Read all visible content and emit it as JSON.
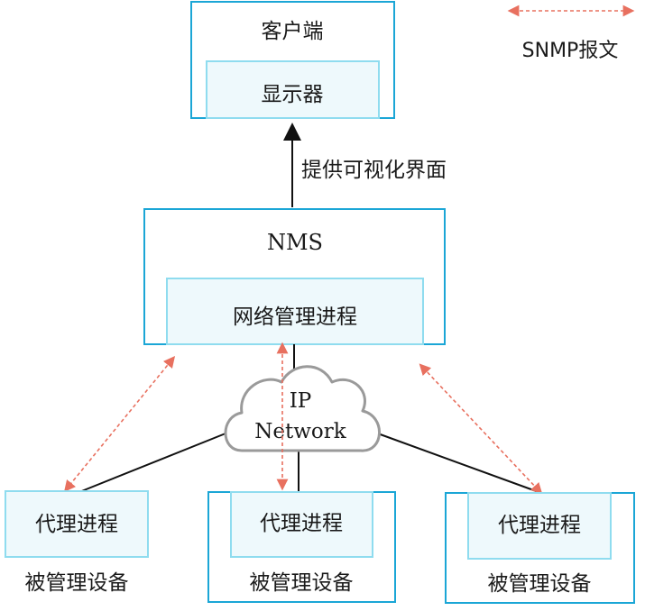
{
  "legend": {
    "label": "SNMP报文",
    "arrow_color": "#e8705f"
  },
  "client": {
    "title": "客户端",
    "display": "显示器"
  },
  "link_label": "提供可视化界面",
  "nms": {
    "title": "NMS",
    "process": "网络管理进程"
  },
  "network": {
    "line1": "IP",
    "line2": "Network"
  },
  "devices": [
    {
      "process": "代理进程",
      "label": "被管理设备"
    },
    {
      "process": "代理进程",
      "label": "被管理设备"
    },
    {
      "process": "代理进程",
      "label": "被管理设备"
    }
  ],
  "colors": {
    "box_border": "#1ba6d6",
    "inner_border": "#8fdcef",
    "inner_fill": "#eef9fc",
    "cloud_stroke": "#9a9a9a",
    "line": "#111111",
    "snmp_arrow": "#e8705f"
  }
}
